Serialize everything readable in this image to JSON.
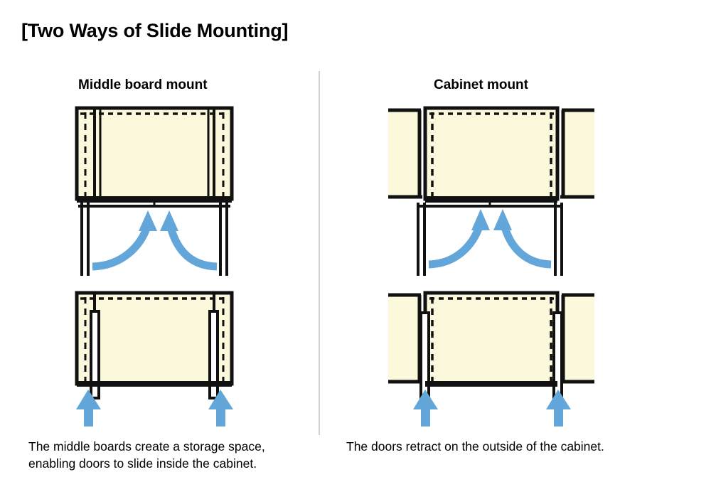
{
  "page": {
    "title": "[Two Ways of Slide Mounting]",
    "background_color": "#ffffff"
  },
  "colors": {
    "cabinet_fill": "#FCF8DC",
    "outline": "#111111",
    "arrow_blue": "#63A6DA",
    "divider_gray": "#d2d2d2",
    "text": "#000000"
  },
  "columns": {
    "left": {
      "heading": "Middle board mount",
      "caption": "The middle boards create a storage space,\nenabling doors to slide inside the cabinet."
    },
    "right": {
      "heading": "Cabinet mount",
      "caption": "The doors retract on the outside of the cabinet."
    }
  },
  "diagrams": {
    "left_top": {
      "name": "middle-board-mount-open",
      "description": "Cabinet front view with doors retracted inside behind middle boards; two curved arrows sweep inward and upward into the cabinet underside."
    },
    "left_bottom": {
      "name": "middle-board-mount-closed",
      "description": "Cabinet front view with doors slid inside the cabinet body; two straight arrows point up at the door bottoms."
    },
    "right_top": {
      "name": "cabinet-mount-open",
      "description": "Cabinet front view with side panels outside the carcass; two curved arrows sweep inward and upward."
    },
    "right_bottom": {
      "name": "cabinet-mount-closed",
      "description": "Cabinet front view with doors retracted on the outside of the cabinet; two straight arrows point up at the door bottoms."
    }
  },
  "arrows": {
    "curved_count": 2,
    "straight_count": 2,
    "direction": "up"
  }
}
